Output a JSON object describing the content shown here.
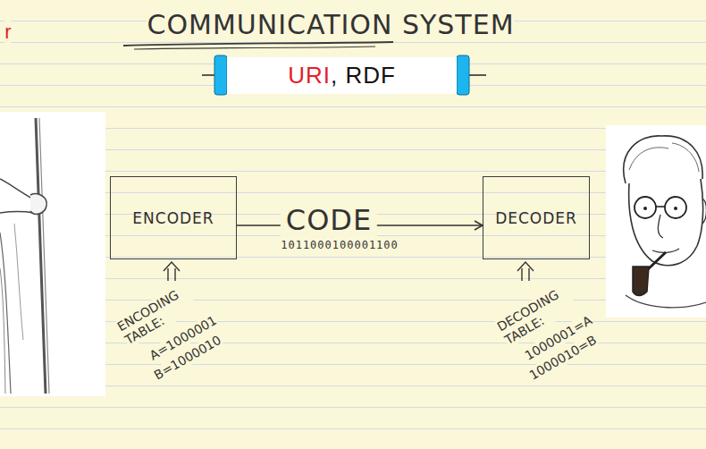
{
  "diagram": {
    "title": "COMMUNICATION SYSTEM",
    "nodes": [
      {
        "text": [
          "URI",
          ", RDF"
        ]
      },
      {
        "text": [
          "ENCODER"
        ]
      },
      {
        "text": [
          "DECODER"
        ]
      }
    ],
    "edges": [
      {
        "from": 1,
        "to": 2,
        "label": "CODE",
        "arrow": "to"
      }
    ],
    "labels": [
      "r",
      "1011000100001100",
      "ENCODING TABLE:",
      "A=1000001",
      "B=1000010",
      "DECODING TABLE:",
      "1000001=A",
      "1000010=B"
    ]
  }
}
